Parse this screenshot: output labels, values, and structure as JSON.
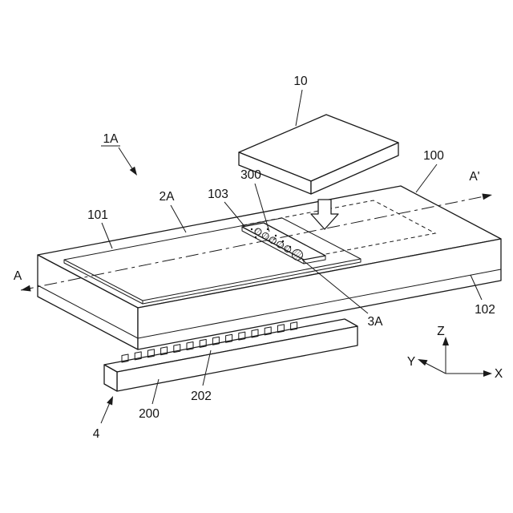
{
  "figure": {
    "reference_labels": {
      "assembly": "1A",
      "plate": "10",
      "substrate": "100",
      "recess_plate": "101",
      "substrate_edge": "102",
      "pad_strip": "103",
      "bumps": "300",
      "region_2a": "2A",
      "region_3a": "3A",
      "lower_component": "200",
      "leads": "202",
      "part_4": "4",
      "section_left": "A",
      "section_right": "A'"
    },
    "axes": {
      "x": "X",
      "y": "Y",
      "z": "Z"
    },
    "leads_count": 14,
    "bump_circles": 5,
    "colors": {
      "line": "#1a1a1a",
      "background": "#ffffff"
    }
  }
}
